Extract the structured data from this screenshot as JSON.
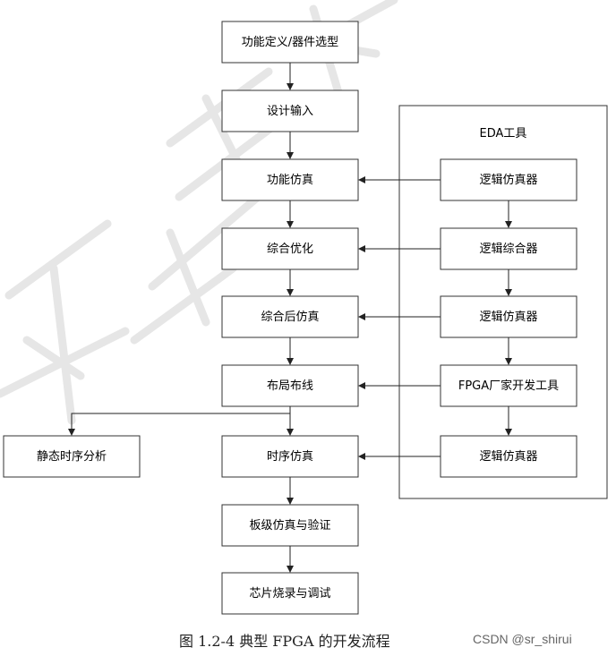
{
  "watermark_text": "全简设计原理",
  "main_flow": [
    "功能定义/器件选型",
    "设计输入",
    "功能仿真",
    "综合优化",
    "综合后仿真",
    "布局布线",
    "时序仿真",
    "板级仿真与验证",
    "芯片烧录与调试"
  ],
  "side_box": "静态时序分析",
  "eda_panel": {
    "title": "EDA工具",
    "tools": [
      "逻辑仿真器",
      "逻辑综合器",
      "逻辑仿真器",
      "FPGA厂家开发工具",
      "逻辑仿真器"
    ]
  },
  "caption": "图  1.2-4 典型 FPGA 的开发流程",
  "credit": "CSDN @sr_shirui"
}
